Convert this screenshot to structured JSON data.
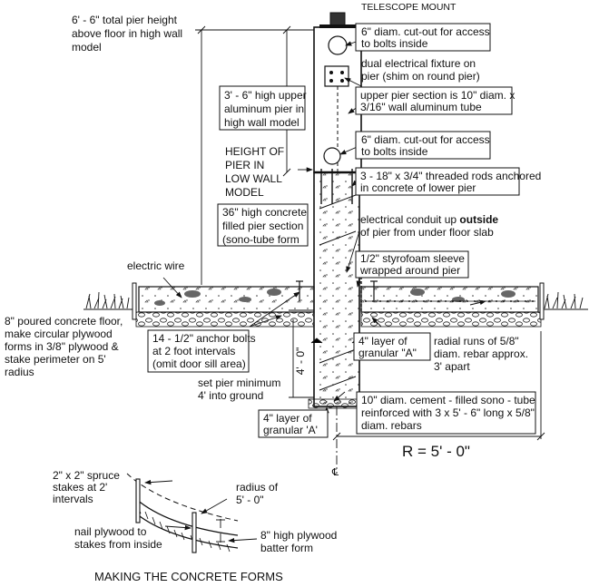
{
  "labels": {
    "telescope_mount": "TELESCOPE MOUNT",
    "total_height": [
      "6' - 6\" total pier height",
      "above floor in high wall",
      "model"
    ],
    "cutout_top": [
      "6\" diam. cut-out for access",
      "to bolts inside"
    ],
    "dual_fixture": [
      "dual electrical fixture on",
      "pier (shim on round pier)"
    ],
    "upper_section_height": [
      "3' - 6\" high upper",
      "aluminum pier in",
      "high wall  model"
    ],
    "upper_section_desc": [
      "upper pier section is 10\" diam. x",
      "3/16\" wall aluminum tube"
    ],
    "cutout_mid": [
      "6\" diam. cut-out for access",
      "to bolts inside"
    ],
    "low_wall_height": [
      "HEIGHT OF",
      "PIER IN",
      "LOW WALL",
      "MODEL"
    ],
    "threaded_rods": [
      "3 - 18\" x 3/4\" threaded rods anchored",
      "in concrete of lower pier"
    ],
    "concrete_section": [
      "36\" high concrete",
      "filled pier section",
      "(sono-tube form"
    ],
    "conduit": {
      "pre": "electrical conduit up ",
      "bold": "outside",
      "post": "of pier from under floor slab"
    },
    "styrofoam": [
      "1/2\" styrofoam sleeve",
      "wrapped around pier"
    ],
    "electric_wire": "electric wire",
    "floor": [
      "8\" poured concrete floor,",
      "make circular plywood",
      "forms in 3/8\" plywood &",
      "stake perimeter on 5'",
      "radius"
    ],
    "anchor_bolts": [
      "14 - 1/2\" anchor bolts",
      "at 2 foot intervals",
      "(omit door sill area)"
    ],
    "granular_floor": [
      "4\" layer of",
      "granular \"A\""
    ],
    "rebar_runs": [
      "radial runs of 5/8\"",
      "diam. rebar approx.",
      "3' apart"
    ],
    "depth_dim": "4' - 0\"",
    "set_pier": [
      "set pier minimum",
      "4' into ground"
    ],
    "sono_tube": [
      "10\" diam. cement - filled sono - tube",
      "reinforced with 3 x 5' - 6\" long x 5/8\"",
      "diam. rebars"
    ],
    "granular_base": [
      "4\" layer of",
      "granular 'A'"
    ],
    "radius_dim": "R = 5' - 0\"",
    "centerline": "℄",
    "spruce_stakes": [
      "2\" x 2\" spruce",
      "stakes at 2'",
      "intervals"
    ],
    "radius_detail": [
      "radius of",
      "5' - 0\""
    ],
    "nail_plywood": [
      "nail plywood to",
      "stakes from inside"
    ],
    "batter_form": [
      "8\" high plywood",
      "batter form"
    ],
    "section_title": "MAKING THE CONCRETE FORMS"
  },
  "colors": {
    "ink": "#111111",
    "paper": "#ffffff"
  }
}
